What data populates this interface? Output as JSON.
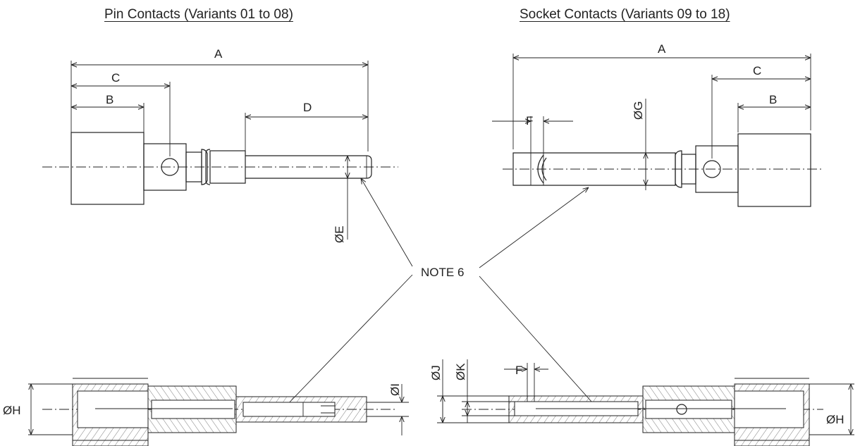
{
  "titles": {
    "pin": "Pin Contacts (Variants 01 to 08)",
    "socket": "Socket Contacts (Variants 09 to 18)"
  },
  "dimensions": {
    "pin": {
      "a": "A",
      "b": "B",
      "c": "C",
      "d": "D",
      "e": "ØE"
    },
    "socket": {
      "a": "A",
      "b": "B",
      "c": "C",
      "f": "F",
      "g": "ØG"
    },
    "section_pin": {
      "h": "ØH",
      "i": "ØI"
    },
    "section_socket": {
      "h": "ØH",
      "j": "ØJ",
      "k": "ØK",
      "f": "F"
    }
  },
  "note": "NOTE 6"
}
